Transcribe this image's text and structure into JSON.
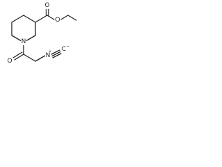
{
  "molecule": {
    "atoms": {
      "O_carbonyl_ester": "O",
      "O_ether_ester": "O",
      "N_ring": "N",
      "O_amide": "O",
      "N_isocyanide": "N",
      "N_isocyanide_charge": "+",
      "C_isocyanide": "C",
      "C_isocyanide_charge": "−"
    }
  }
}
